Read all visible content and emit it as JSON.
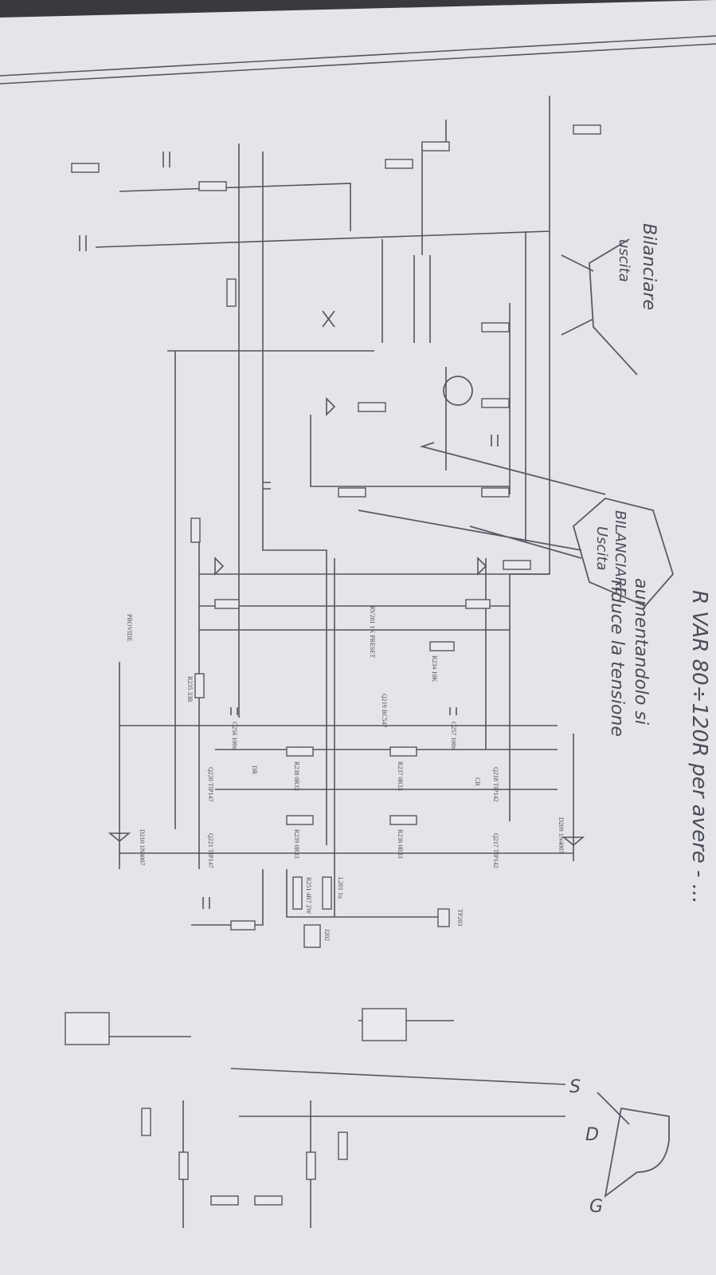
{
  "notes": {
    "top_right": "R VAR 80÷120R per avere - ...",
    "bilanciare_1": "Bilanciare",
    "uscita_1": "uscita",
    "bilanciare_2": "BILANCIARE",
    "uscita_2": "Uscita",
    "hint_line1": "aumentandolo si",
    "hint_line2": "riduce la tensione",
    "pin_s": "S",
    "pin_d": "D",
    "pin_g": "G"
  },
  "components": {
    "q218": "Q218 TIP142",
    "q217": "Q217 TIP142",
    "q220": "Q220 TIP147",
    "q221": "Q221 TIP147",
    "r237": "R237 0R33",
    "r238": "R238 0R33",
    "r239": "R239 0R33",
    "r236": "R236 0R33",
    "c256": "C256 100n",
    "c257": "C257 100n",
    "q219": "Q219 BC547",
    "r234": "R234 10K",
    "r235": "R235 33R",
    "rv201": "RV201 1K PRESET",
    "dr": "DR",
    "cr": "CR",
    "d209": "D209 1N4007",
    "d210": "D210 1N4007",
    "l201": "L201 1u",
    "r251": "R251 4R7 2W",
    "tp203": "TP203",
    "j202": "J202",
    "provider": "PROVIDE"
  }
}
